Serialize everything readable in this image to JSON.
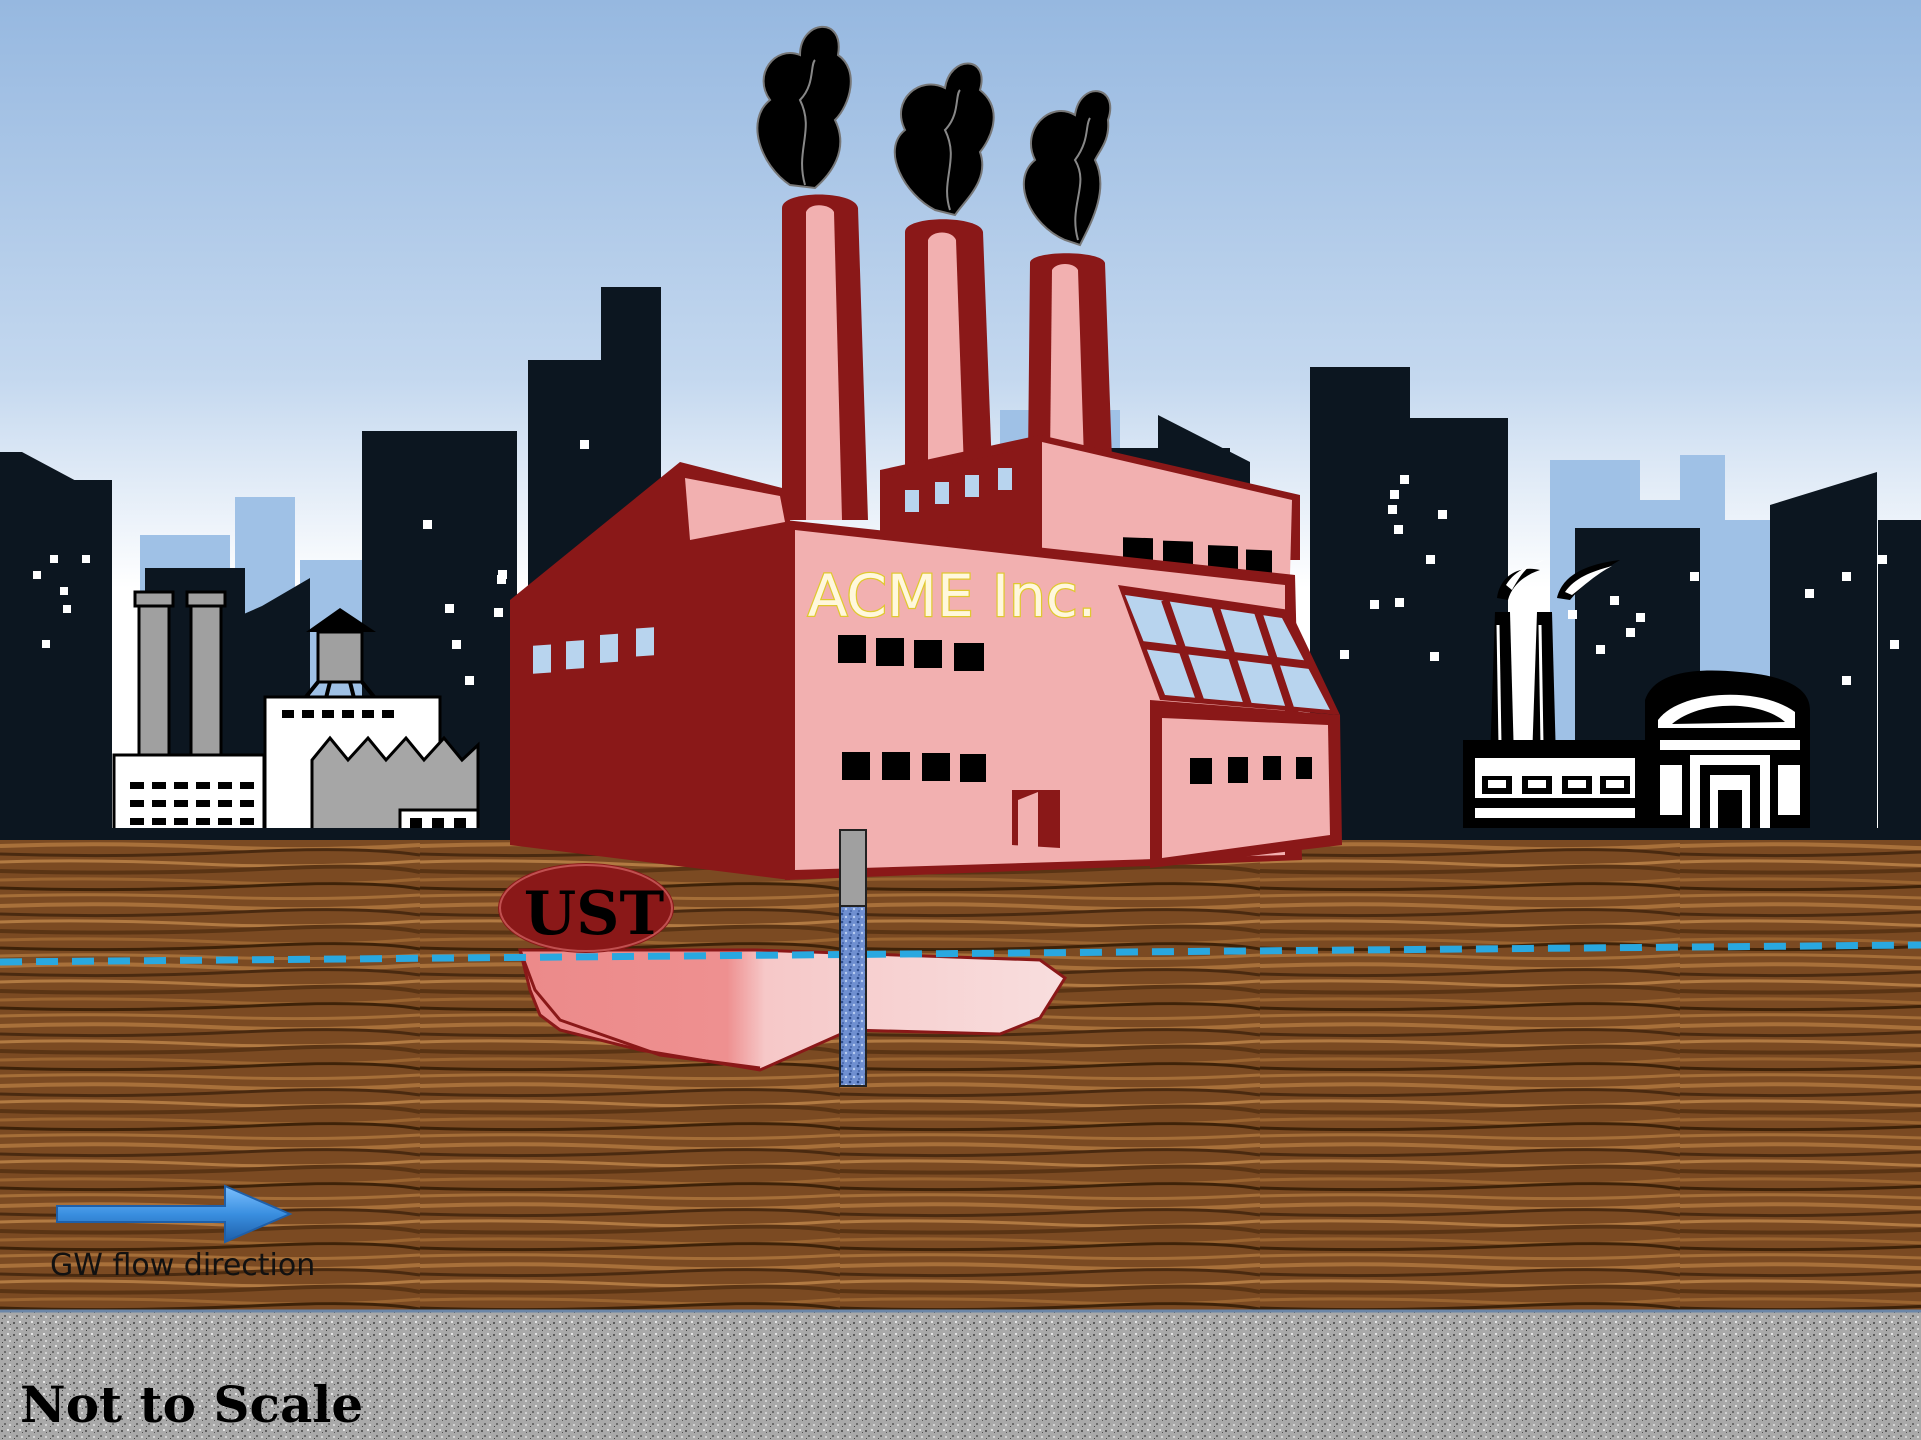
{
  "diagram": {
    "company_label": "ACME Inc.",
    "ust_label": "UST",
    "flow_legend_label": "GW flow direction",
    "scale_note": "Not to Scale",
    "colors": {
      "sky_top": "#96b8e0",
      "sky_bottom": "#ffffff",
      "skyline_back": "#9fc1e6",
      "skyline_front": "#0c1620",
      "factory_dark": "#8a1818",
      "factory_light": "#f2b0b0",
      "soil": "#7a4a24",
      "water_table": "#29a8e0",
      "plume": "#f08a8a",
      "bedrock": "#a8a8a8",
      "flow_arrow": "#3a8fe0"
    },
    "icons": [
      "smoke-icon",
      "flow-arrow-icon",
      "monitoring-well-icon",
      "water-tower-icon"
    ]
  }
}
